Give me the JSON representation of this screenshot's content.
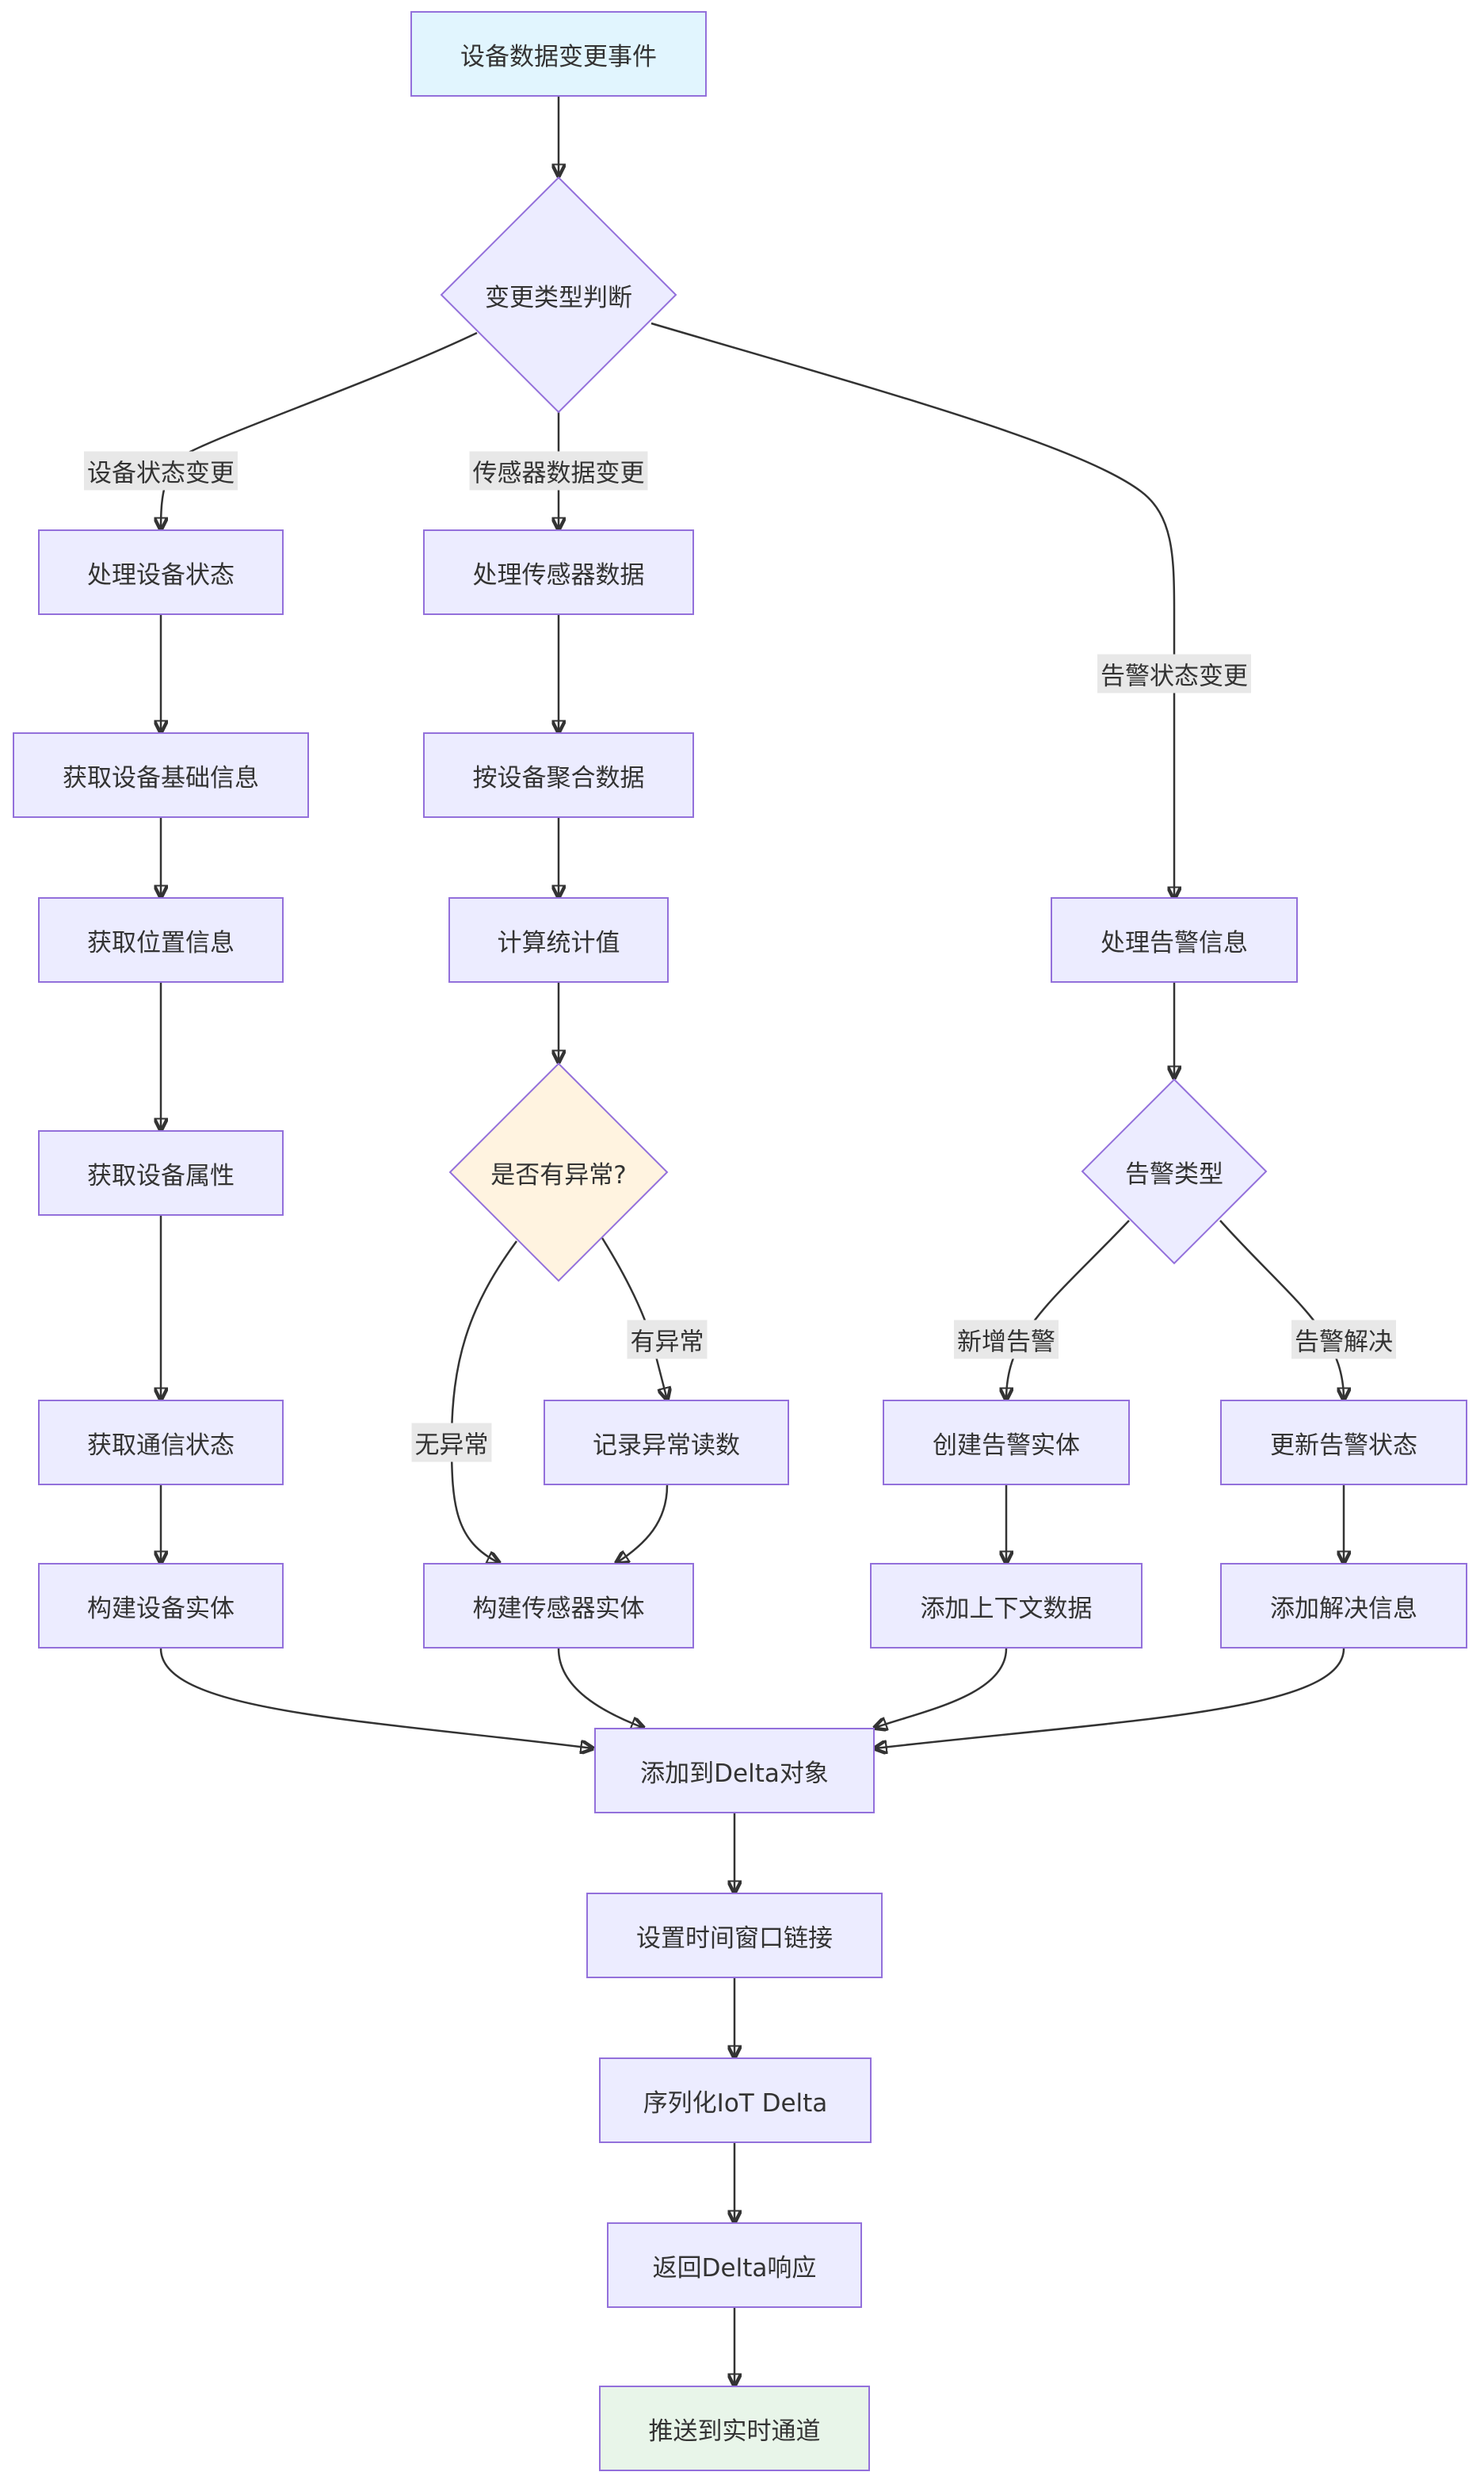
{
  "nodes": {
    "start": "设备数据变更事件",
    "change_type": "变更类型判断",
    "process_device_status": "处理设备状态",
    "get_device_base_info": "获取设备基础信息",
    "get_location_info": "获取位置信息",
    "get_device_attributes": "获取设备属性",
    "get_comm_status": "获取通信状态",
    "build_device_entity": "构建设备实体",
    "process_sensor_data": "处理传感器数据",
    "aggregate_by_device": "按设备聚合数据",
    "compute_stats": "计算统计值",
    "is_anomaly": "是否有异常?",
    "record_anomaly": "记录异常读数",
    "build_sensor_entity": "构建传感器实体",
    "process_alert_info": "处理告警信息",
    "alert_type": "告警类型",
    "create_alert_entity": "创建告警实体",
    "add_context_data": "添加上下文数据",
    "update_alert_status": "更新告警状态",
    "add_resolution_info": "添加解决信息",
    "add_to_delta": "添加到Delta对象",
    "set_time_window_link": "设置时间窗口链接",
    "serialize_iot_delta": "序列化IoT Delta",
    "return_delta_response": "返回Delta响应",
    "push_realtime_channel": "推送到实时通道"
  },
  "edge_labels": {
    "device_status_change": "设备状态变更",
    "sensor_data_change": "传感器数据变更",
    "alert_status_change": "告警状态变更",
    "has_anomaly": "有异常",
    "no_anomaly": "无异常",
    "new_alert": "新增告警",
    "alert_resolved": "告警解决"
  },
  "colors": {
    "node_fill": "#ECECFF",
    "node_border": "#9370DB",
    "start_fill": "#E1F5FE",
    "end_fill": "#E8F5E9",
    "decision_anomaly_fill": "#FFF3E0",
    "edge": "#333333",
    "edge_label_bg": "#E8E8E8"
  }
}
